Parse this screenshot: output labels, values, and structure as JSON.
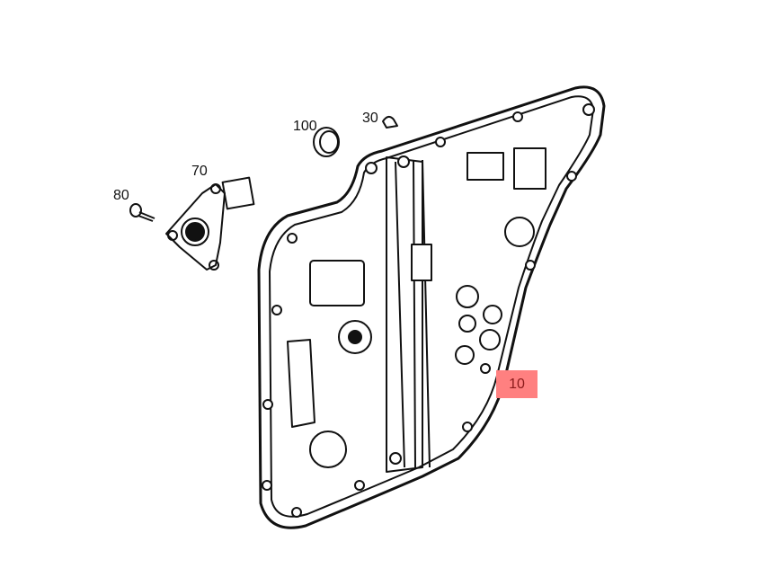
{
  "diagram": {
    "callouts": [
      {
        "id": "100",
        "label": "100"
      },
      {
        "id": "30",
        "label": "30"
      },
      {
        "id": "70",
        "label": "70"
      },
      {
        "id": "80",
        "label": "80"
      },
      {
        "id": "10",
        "label": "10",
        "highlighted": true
      }
    ],
    "colors": {
      "highlight": "#ff8080",
      "highlight_text": "#8b1a1a",
      "line": "#111111"
    }
  }
}
